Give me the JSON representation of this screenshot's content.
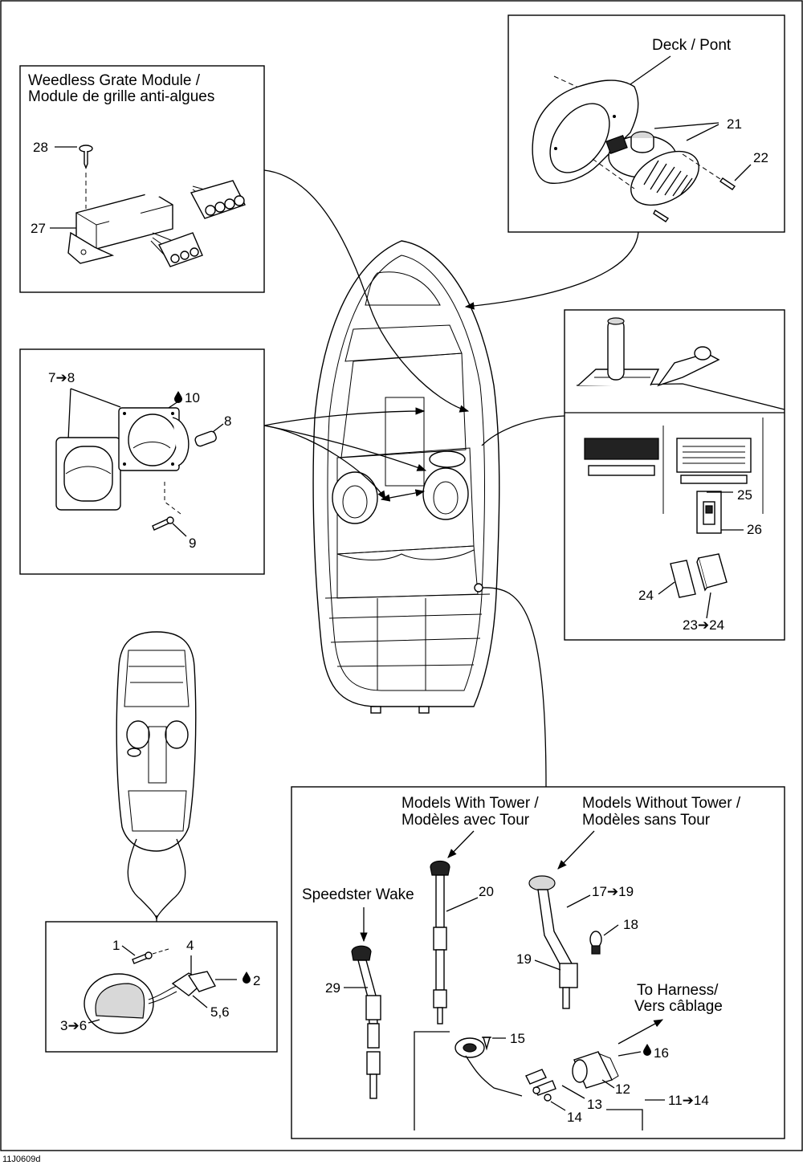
{
  "figure_id": "11J0609d",
  "panels": {
    "weedless": {
      "title_line1": "Weedless Grate Module /",
      "title_line2": "Module de grille anti-algues",
      "callouts": [
        "28",
        "27"
      ]
    },
    "deck": {
      "title": "Deck / Pont",
      "callouts": [
        "21",
        "22"
      ]
    },
    "vent": {
      "callouts": [
        "7➔8",
        "10",
        "8",
        "9"
      ]
    },
    "switch": {
      "callouts": [
        "25",
        "26",
        "24",
        "23➔24"
      ]
    },
    "stern_light": {
      "callouts": [
        "1",
        "4",
        "2",
        "5,6",
        "3➔6"
      ]
    },
    "navigation_lights": {
      "tower_line1": "Models With Tower /",
      "tower_line2": "Modèles avec Tour",
      "notower_line1": "Models Without Tower /",
      "notower_line2": "Modèles sans Tour",
      "wake": "Speedster Wake",
      "harness_line1": "To Harness/",
      "harness_line2": "Vers câblage",
      "callouts": [
        "20",
        "17➔19",
        "18",
        "19",
        "29",
        "15",
        "16",
        "12",
        "13",
        "14",
        "11➔14"
      ]
    }
  },
  "icons": [
    "oil-drop-icon",
    "arrow-right-icon"
  ]
}
